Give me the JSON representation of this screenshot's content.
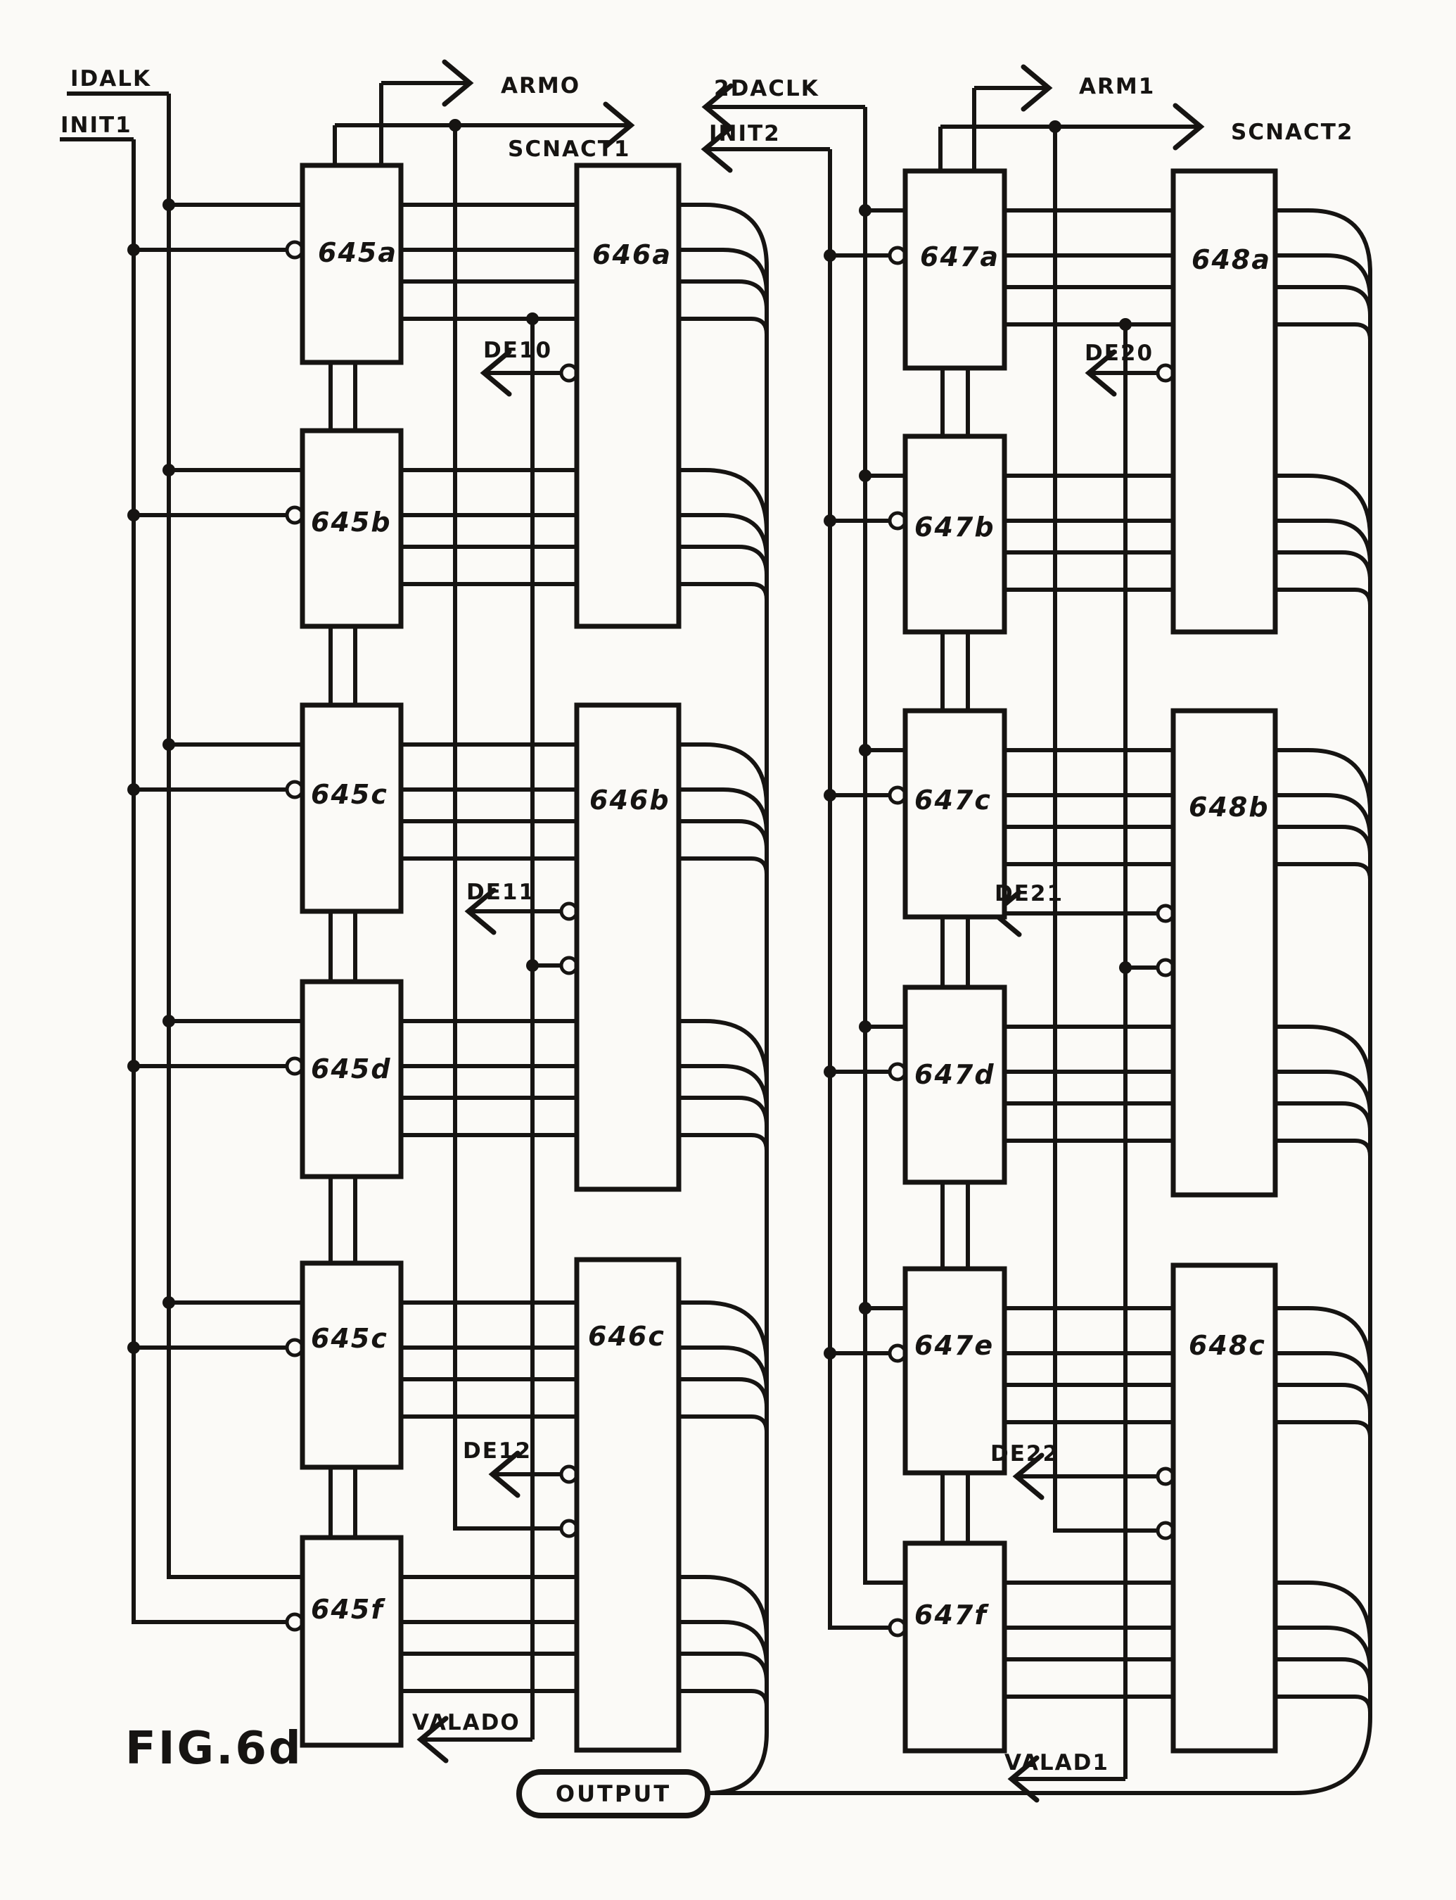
{
  "figure": {
    "label": "FIG.6d",
    "output_label": "OUTPUT"
  },
  "colors": {
    "ink": "#161412",
    "paper": "#fbfaf7"
  },
  "signals": {
    "idalk": "IDALK",
    "init1": "INIT1",
    "armo": "ARMO",
    "scnact1": "SCNACT1",
    "daclk2": "2DACLK",
    "init2": "INIT2",
    "arm1": "ARM1",
    "scnact2": "SCNACT2",
    "de10": "DE10",
    "de11": "DE11",
    "de12": "DE12",
    "de20": "DE20",
    "de21": "DE21",
    "de22": "DE22",
    "valado": "VALADO",
    "valad1": "VALAD1"
  },
  "blocks": {
    "b645": [
      "645a",
      "645b",
      "645c",
      "645d",
      "645c",
      "645f"
    ],
    "b646": [
      "646a",
      "646b",
      "646c"
    ],
    "b647": [
      "647a",
      "647b",
      "647c",
      "647d",
      "647e",
      "647f"
    ],
    "b648": [
      "648a",
      "648b",
      "648c"
    ]
  }
}
